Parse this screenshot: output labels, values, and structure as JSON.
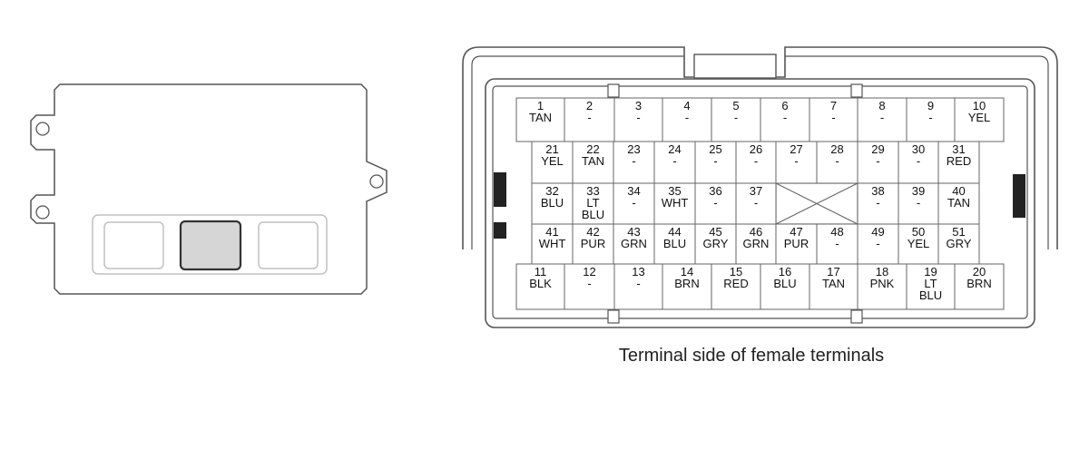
{
  "caption": "Terminal side of female terminals",
  "colors": {
    "outline": "#555555",
    "light_outline": "#c0c0c0",
    "highlight_fill": "#d6d6d6",
    "pin_border": "#666666",
    "tab_fill": "#222222"
  },
  "pins": [
    {
      "n": "1",
      "w": [
        "TAN"
      ]
    },
    {
      "n": "2",
      "w": [
        "-"
      ]
    },
    {
      "n": "3",
      "w": [
        "-"
      ]
    },
    {
      "n": "4",
      "w": [
        "-"
      ]
    },
    {
      "n": "5",
      "w": [
        "-"
      ]
    },
    {
      "n": "6",
      "w": [
        "-"
      ]
    },
    {
      "n": "7",
      "w": [
        "-"
      ]
    },
    {
      "n": "8",
      "w": [
        "-"
      ]
    },
    {
      "n": "9",
      "w": [
        "-"
      ]
    },
    {
      "n": "10",
      "w": [
        "YEL"
      ]
    },
    {
      "n": "21",
      "w": [
        "YEL"
      ]
    },
    {
      "n": "22",
      "w": [
        "TAN"
      ]
    },
    {
      "n": "23",
      "w": [
        "-"
      ]
    },
    {
      "n": "24",
      "w": [
        "-"
      ]
    },
    {
      "n": "25",
      "w": [
        "-"
      ]
    },
    {
      "n": "26",
      "w": [
        "-"
      ]
    },
    {
      "n": "27",
      "w": [
        "-"
      ]
    },
    {
      "n": "28",
      "w": [
        "-"
      ]
    },
    {
      "n": "29",
      "w": [
        "-"
      ]
    },
    {
      "n": "30",
      "w": [
        "-"
      ]
    },
    {
      "n": "31",
      "w": [
        "RED"
      ]
    },
    {
      "n": "32",
      "w": [
        "BLU"
      ]
    },
    {
      "n": "33",
      "w": [
        "LT",
        "BLU"
      ]
    },
    {
      "n": "34",
      "w": [
        "-"
      ]
    },
    {
      "n": "35",
      "w": [
        "WHT"
      ]
    },
    {
      "n": "36",
      "w": [
        "-"
      ]
    },
    {
      "n": "37",
      "w": [
        "-"
      ]
    },
    {
      "n": "38",
      "w": [
        "-"
      ]
    },
    {
      "n": "39",
      "w": [
        "-"
      ]
    },
    {
      "n": "40",
      "w": [
        "TAN"
      ]
    },
    {
      "n": "41",
      "w": [
        "WHT"
      ]
    },
    {
      "n": "42",
      "w": [
        "PUR"
      ]
    },
    {
      "n": "43",
      "w": [
        "GRN"
      ]
    },
    {
      "n": "44",
      "w": [
        "BLU"
      ]
    },
    {
      "n": "45",
      "w": [
        "GRY"
      ]
    },
    {
      "n": "46",
      "w": [
        "GRN"
      ]
    },
    {
      "n": "47",
      "w": [
        "PUR"
      ]
    },
    {
      "n": "48",
      "w": [
        "-"
      ]
    },
    {
      "n": "49",
      "w": [
        "-"
      ]
    },
    {
      "n": "50",
      "w": [
        "YEL"
      ]
    },
    {
      "n": "51",
      "w": [
        "GRY"
      ]
    },
    {
      "n": "11",
      "w": [
        "BLK"
      ]
    },
    {
      "n": "12",
      "w": [
        "-"
      ]
    },
    {
      "n": "13",
      "w": [
        "-"
      ]
    },
    {
      "n": "14",
      "w": [
        "BRN"
      ]
    },
    {
      "n": "15",
      "w": [
        "RED"
      ]
    },
    {
      "n": "16",
      "w": [
        "BLU"
      ]
    },
    {
      "n": "17",
      "w": [
        "TAN"
      ]
    },
    {
      "n": "18",
      "w": [
        "PNK"
      ]
    },
    {
      "n": "19",
      "w": [
        "LT",
        "BLU"
      ]
    },
    {
      "n": "20",
      "w": [
        "BRN"
      ]
    }
  ]
}
